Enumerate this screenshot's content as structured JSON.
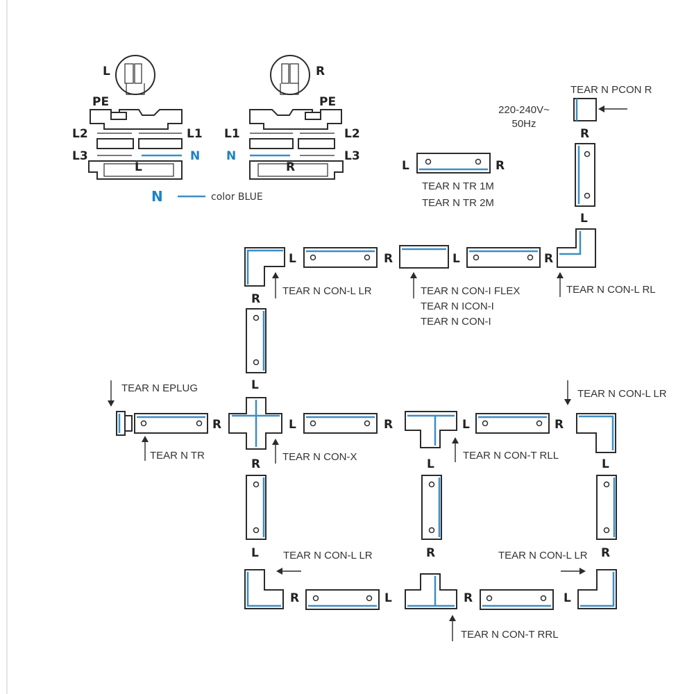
{
  "colors": {
    "neutral_blue": "#3c8dc4",
    "line": "#2b2b2b"
  },
  "wiring": {
    "left_top": "L",
    "right_top": "R",
    "pe": "PE",
    "l1": "L1",
    "l2": "L2",
    "l3": "L3",
    "n": "N",
    "left_bottom": "L",
    "right_bottom": "R",
    "legend_n": "N",
    "legend_text": "color BLUE"
  },
  "power": {
    "voltage_line1": "220-240V~",
    "voltage_line2": "50Hz",
    "pcon_label": "TEAR N PCON R"
  },
  "track_legend": {
    "line1": "TEAR N TR 1M",
    "line2": "TEAR N TR 2M"
  },
  "connectors": {
    "con_l_lr": "TEAR N CON-L LR",
    "con_l_rl": "TEAR N CON-L RL",
    "con_i_flex": "TEAR N CON-I FLEX",
    "icon_i": "TEAR N ICON-I",
    "con_i": "TEAR N CON-I",
    "eplug": "TEAR N EPLUG",
    "tr": "TEAR N TR",
    "con_x": "TEAR N CON-X",
    "con_t_rll": "TEAR N CON-T RLL",
    "con_t_rrl": "TEAR N CON-T RRL"
  },
  "markers": {
    "L": "L",
    "R": "R"
  }
}
